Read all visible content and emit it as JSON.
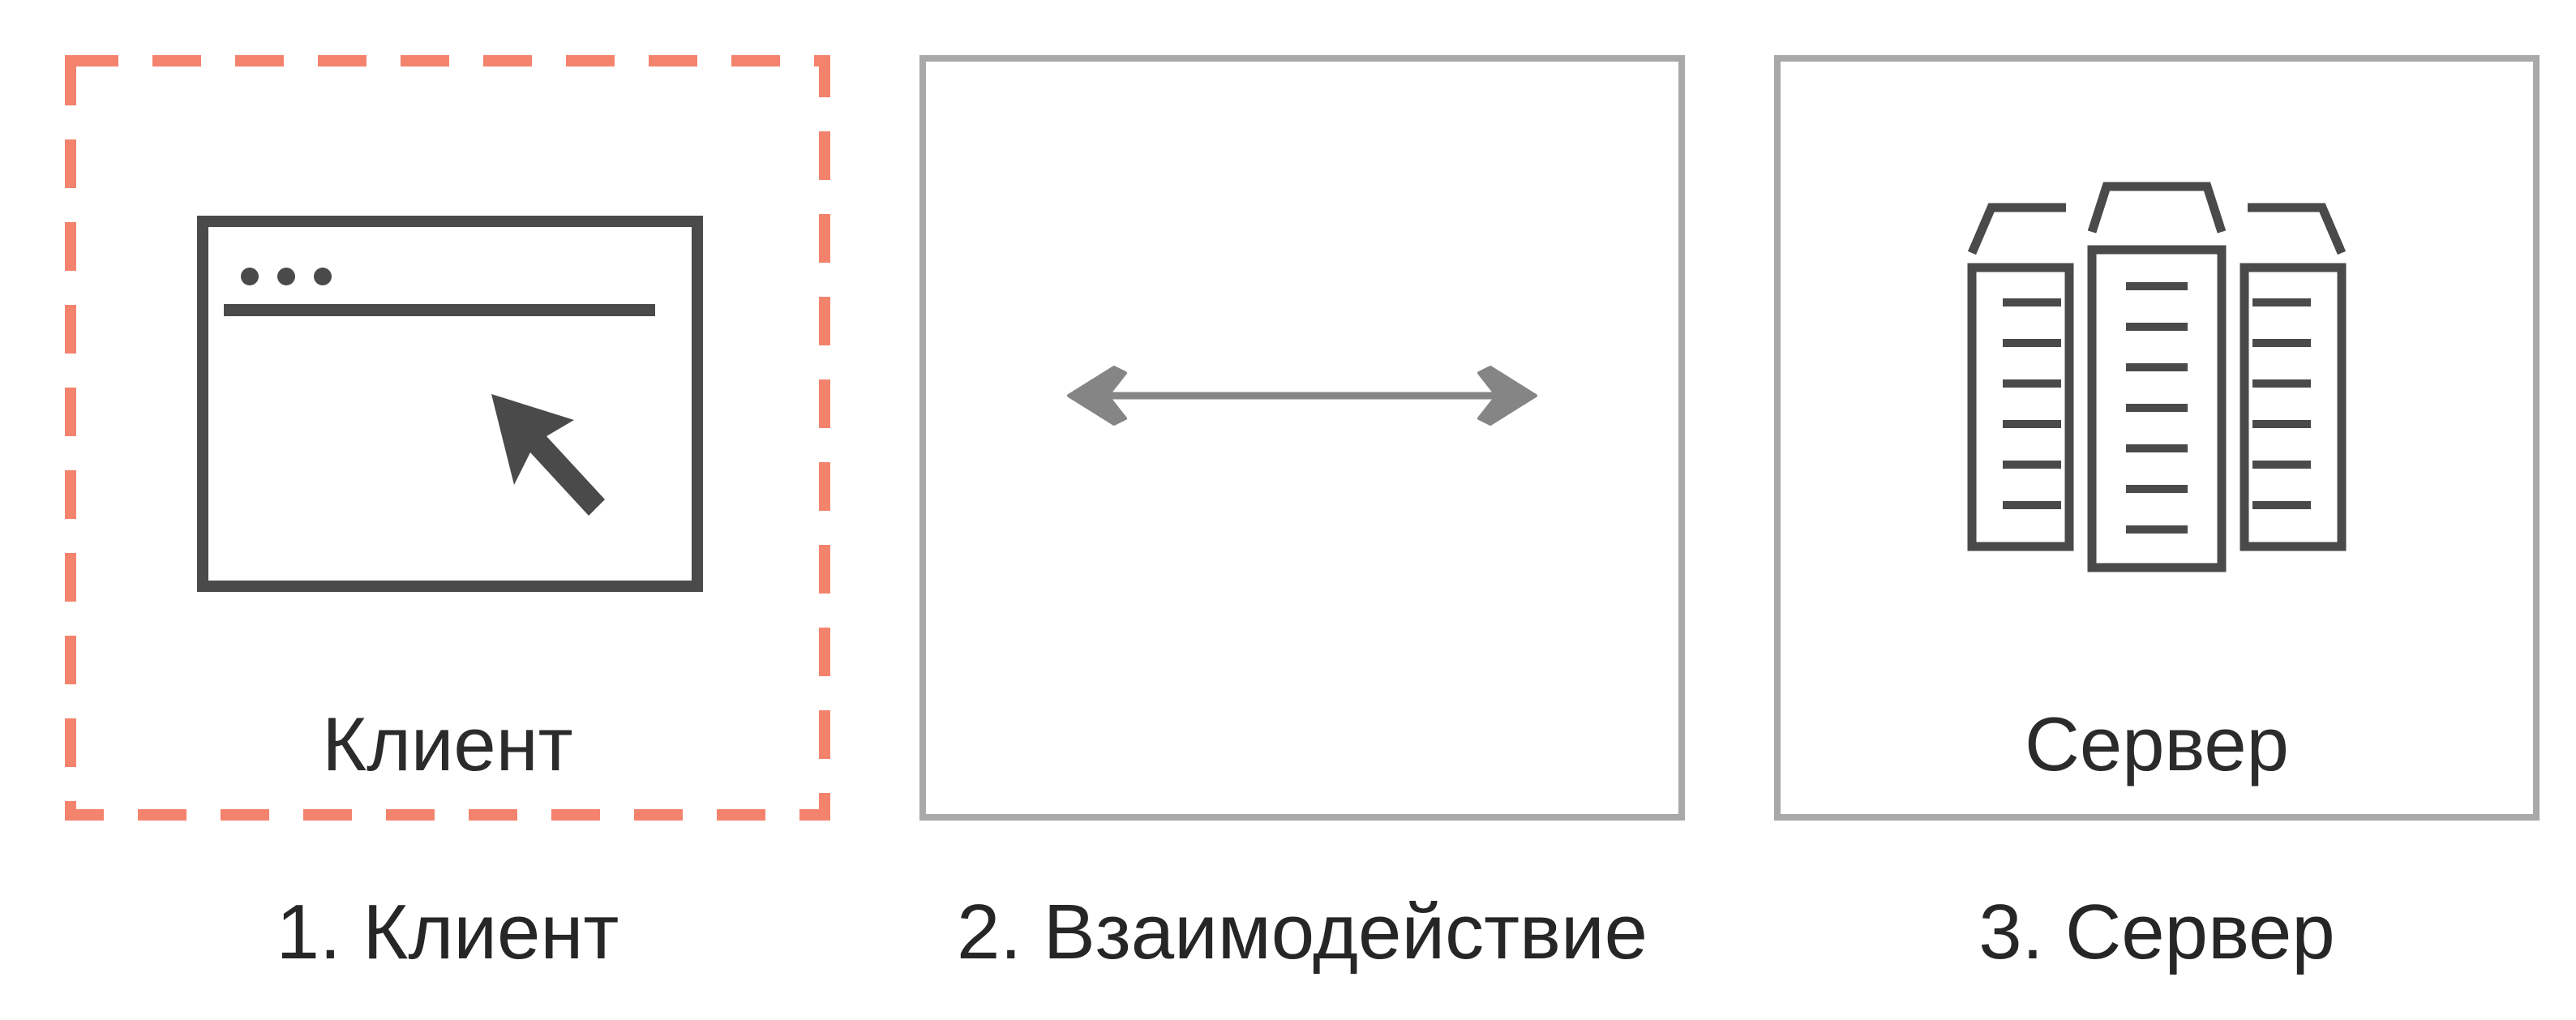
{
  "colors": {
    "client_border": "#f4836e",
    "frame_border": "#a9a9a9",
    "icon_dark": "#4a4a4a",
    "arrow": "#858585",
    "text": "#262626"
  },
  "panels": [
    {
      "label": "Клиент",
      "icon": "browser-window-cursor-icon",
      "border": "dashed"
    },
    {
      "label": "",
      "icon": "double-headed-arrow-icon",
      "border": "solid"
    },
    {
      "label": "Сервер",
      "icon": "server-stack-icon",
      "border": "solid"
    }
  ],
  "captions": [
    "1. Клиент",
    "2. Взаимодействие",
    "3. Сервер"
  ]
}
